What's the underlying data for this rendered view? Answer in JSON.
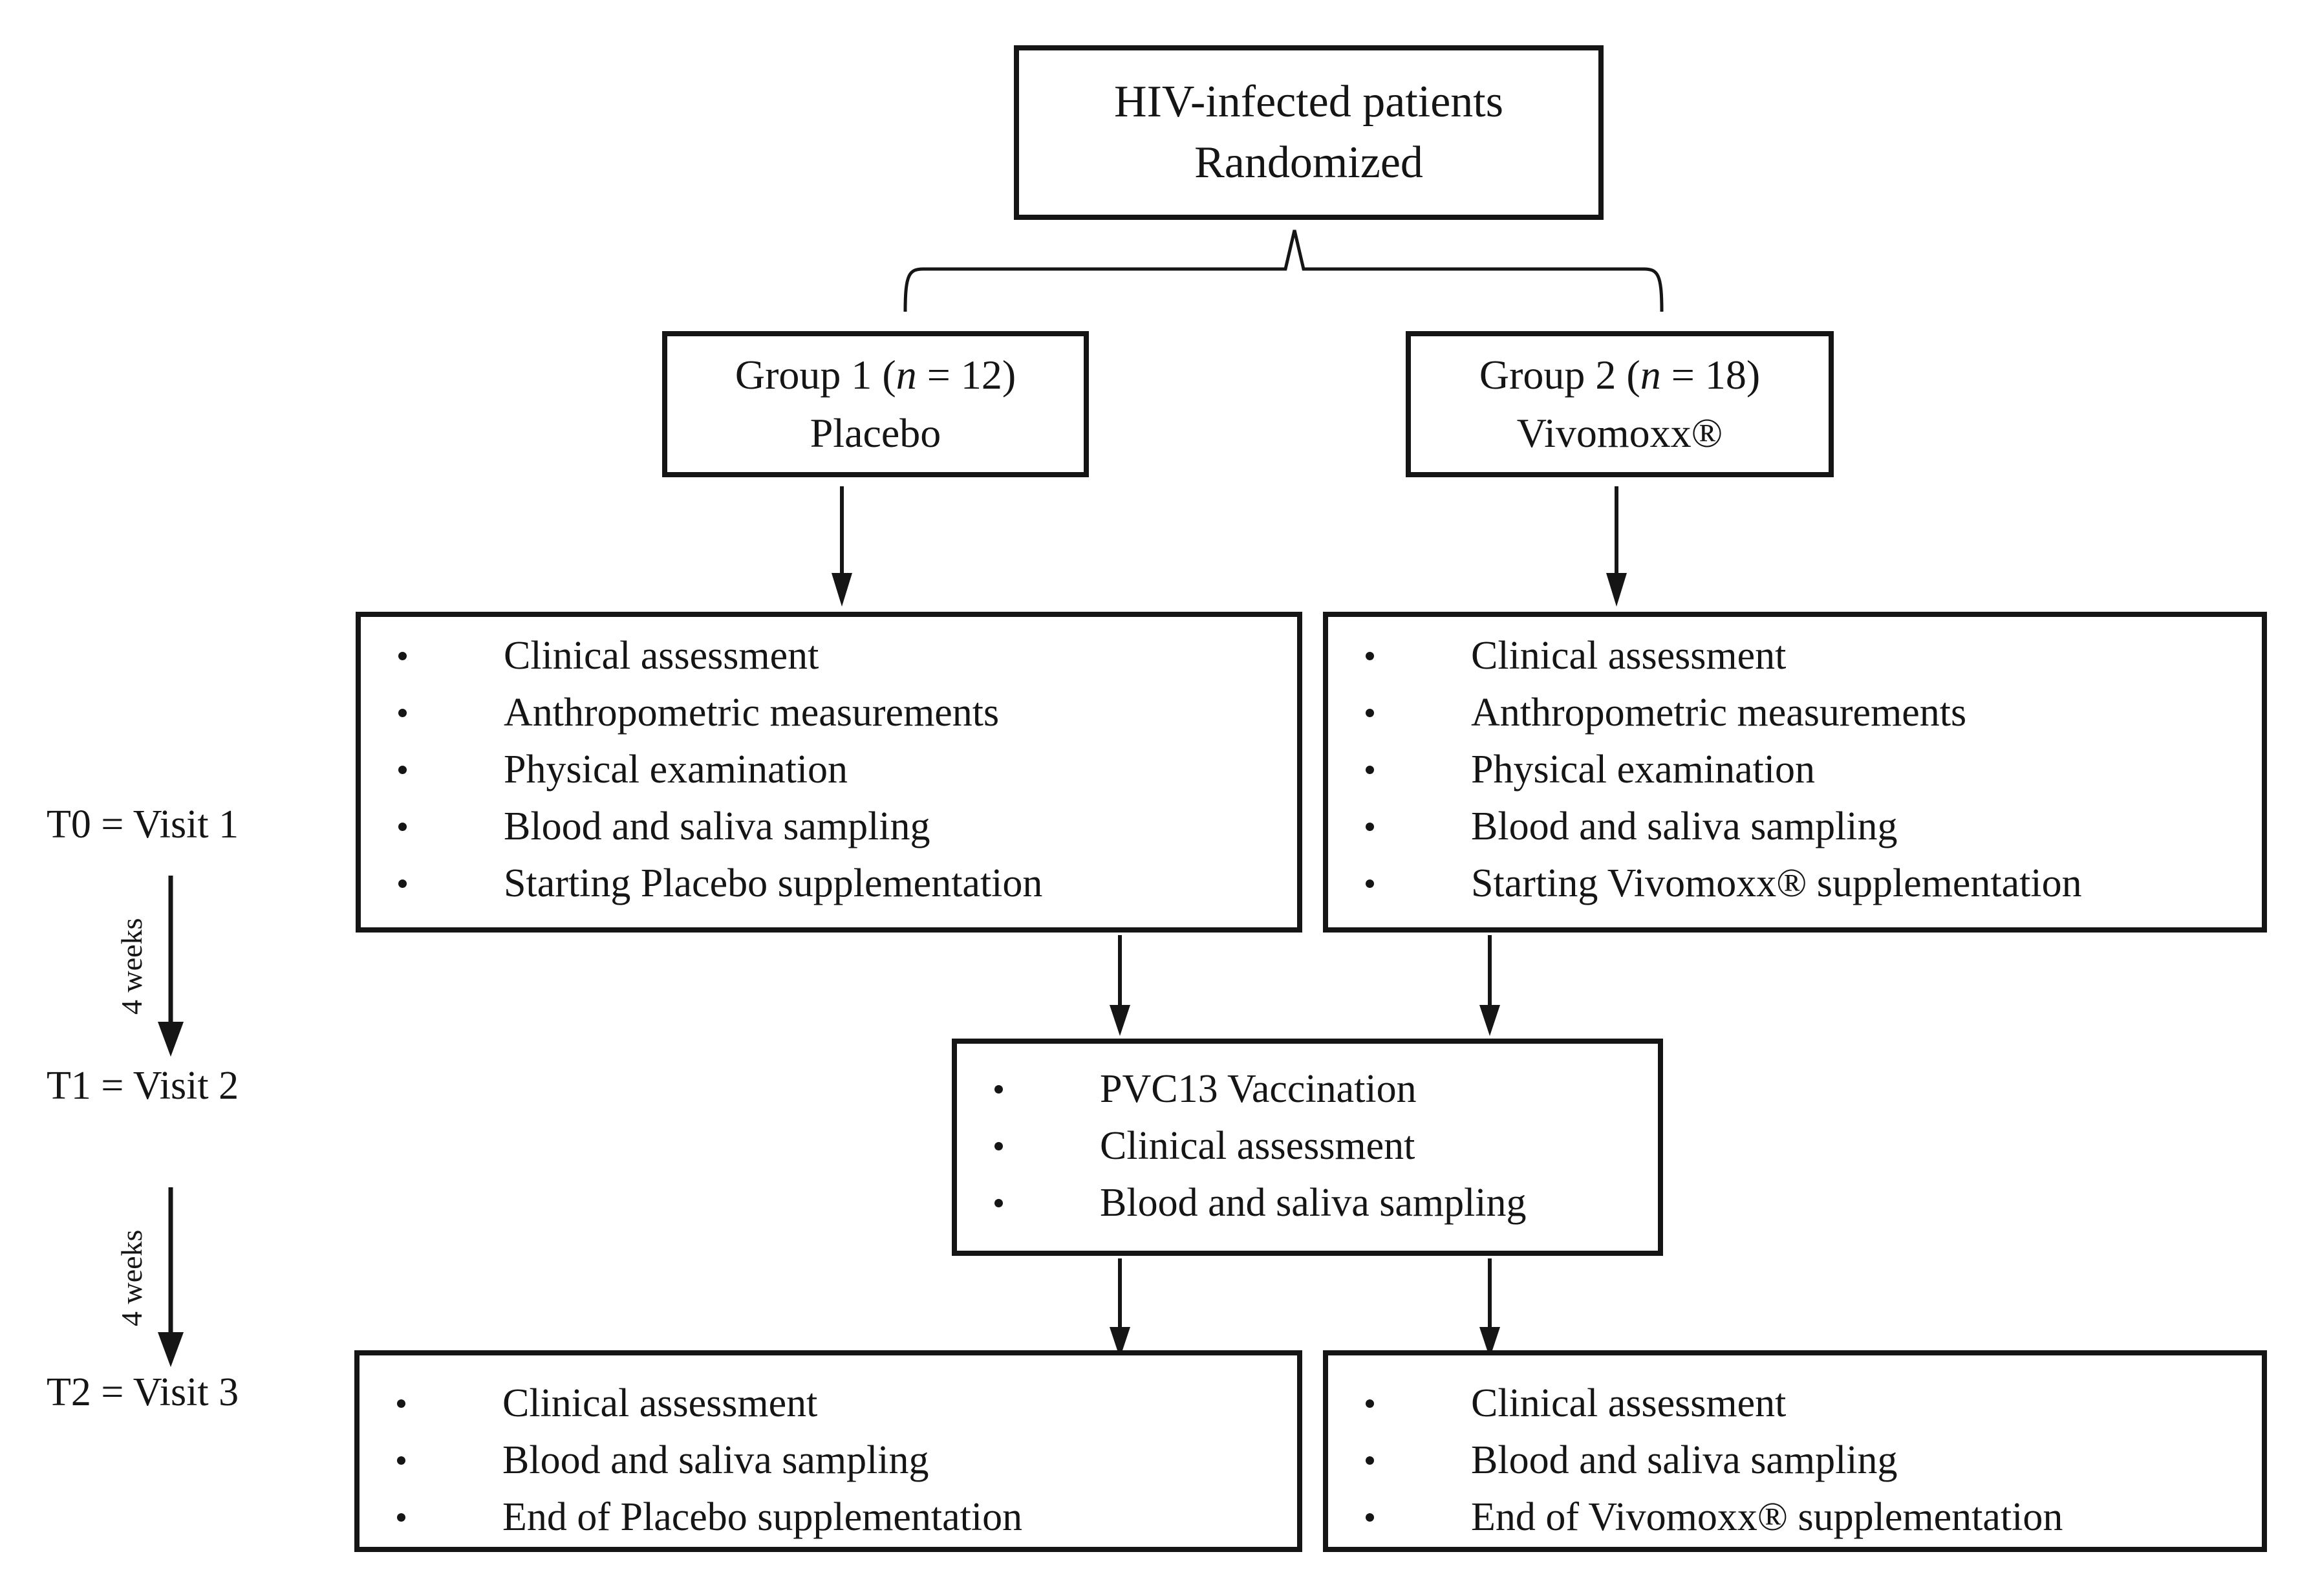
{
  "colors": {
    "ink": "#151515",
    "background": "#ffffff"
  },
  "flowchart": {
    "top_box": {
      "line1": "HIV-infected patients",
      "line2": "Randomized"
    },
    "group1": {
      "title_pre": "Group 1 (",
      "title_n": "n",
      "title_post": " = 12)",
      "subtitle": "Placebo"
    },
    "group2": {
      "title_pre": "Group 2 (",
      "title_n": "n",
      "title_post": " = 18)",
      "subtitle": "Vivomoxx®"
    },
    "visit1_left": {
      "items": [
        "Clinical assessment",
        "Anthropometric measurements",
        "Physical examination",
        "Blood and saliva sampling",
        "Starting Placebo supplementation"
      ]
    },
    "visit1_right": {
      "items": [
        "Clinical assessment",
        "Anthropometric measurements",
        "Physical examination",
        "Blood and saliva sampling",
        "Starting Vivomoxx® supplementation"
      ]
    },
    "visit2": {
      "items": [
        "PVC13 Vaccination",
        "Clinical assessment",
        "Blood and saliva sampling"
      ]
    },
    "visit3_left": {
      "items": [
        "Clinical assessment",
        "Blood and saliva sampling",
        "End of Placebo supplementation"
      ]
    },
    "visit3_right": {
      "items": [
        "Clinical assessment",
        "Blood and saliva sampling",
        "End of Vivomoxx® supplementation"
      ]
    }
  },
  "timeline": {
    "t0_label": "T0 = Visit 1",
    "interval_1": "4 weeks",
    "t1_label": "T1 = Visit 2",
    "interval_2": "4 weeks",
    "t2_label": "T2 = Visit 3"
  }
}
